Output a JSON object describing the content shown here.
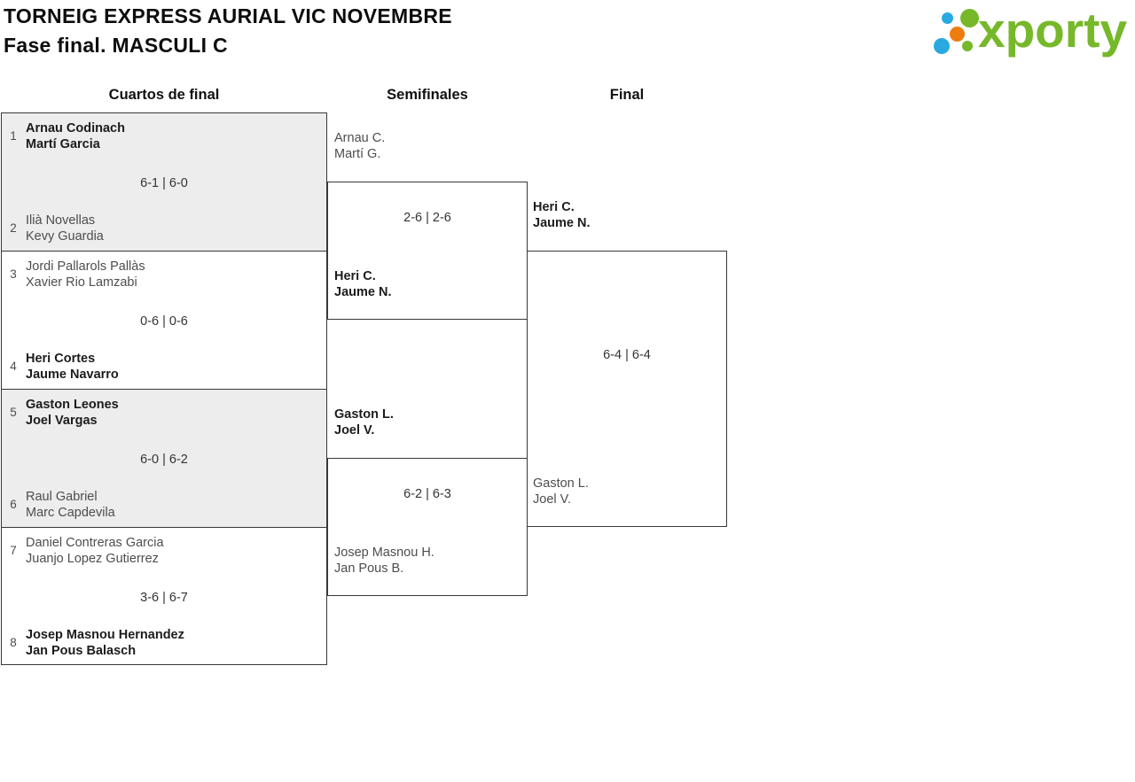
{
  "header": {
    "title": "TORNEIG EXPRESS AURIAL VIC NOVEMBRE",
    "subtitle": "Fase final. MASCULI C",
    "logo_text": "xporty"
  },
  "round_headers": {
    "quarterfinals": "Cuartos de final",
    "semifinals": "Semifinales",
    "final": "Final"
  },
  "matches": {
    "quarterfinals": [
      {
        "top_seed": "1",
        "top": {
          "name1": "Arnau Codinach",
          "name2": "Martí Garcia",
          "winner": true
        },
        "score": "6-1 | 6-0",
        "bottom_seed": "2",
        "bottom": {
          "name1": "Ilià Novellas",
          "name2": "Kevy Guardia",
          "winner": false
        }
      },
      {
        "top_seed": "3",
        "top": {
          "name1": "Jordi Pallarols Pallàs",
          "name2": "Xavier Rio Lamzabi",
          "winner": false
        },
        "score": "0-6 | 0-6",
        "bottom_seed": "4",
        "bottom": {
          "name1": "Heri Cortes",
          "name2": "Jaume Navarro",
          "winner": true
        }
      },
      {
        "top_seed": "5",
        "top": {
          "name1": "Gaston Leones",
          "name2": "Joel Vargas",
          "winner": true
        },
        "score": "6-0 | 6-2",
        "bottom_seed": "6",
        "bottom": {
          "name1": "Raul Gabriel",
          "name2": "Marc Capdevila",
          "winner": false
        }
      },
      {
        "top_seed": "7",
        "top": {
          "name1": "Daniel Contreras Garcia",
          "name2": "Juanjo Lopez Gutierrez",
          "winner": false
        },
        "score": "3-6 | 6-7",
        "bottom_seed": "8",
        "bottom": {
          "name1": "Josep Masnou Hernandez",
          "name2": "Jan Pous Balasch",
          "winner": true
        }
      }
    ],
    "semifinals": [
      {
        "top": {
          "name1": "Arnau C.",
          "name2": "Martí G.",
          "winner": false
        },
        "score": "2-6 | 2-6",
        "bottom": {
          "name1": "Heri C.",
          "name2": "Jaume N.",
          "winner": true
        }
      },
      {
        "top": {
          "name1": "Gaston L.",
          "name2": "Joel V.",
          "winner": true
        },
        "score": "6-2 | 6-3",
        "bottom": {
          "name1": "Josep Masnou H.",
          "name2": "Jan Pous B.",
          "winner": false
        }
      }
    ],
    "final": {
      "top": {
        "name1": "Heri C.",
        "name2": "Jaume N.",
        "winner": true
      },
      "score": "6-4 | 6-4",
      "bottom": {
        "name1": "Gaston L.",
        "name2": "Joel V.",
        "winner": false
      }
    }
  },
  "colors": {
    "brand_green": "#76b82a",
    "brand_blue": "#2aa9e0",
    "brand_orange": "#ee7d11",
    "shaded_match_bg": "#ededed",
    "bracket_border": "#383838"
  }
}
